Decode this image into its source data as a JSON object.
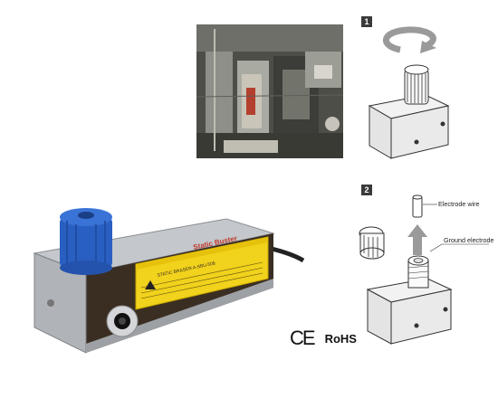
{
  "steps": {
    "step1_number": "1",
    "step2_number": "2"
  },
  "callouts": {
    "electrode_wire": "Electrode wire",
    "ground_electrode": "Ground electrode"
  },
  "certifications": {
    "ce": "CE",
    "rohs": "RoHS"
  },
  "product_label": {
    "brand": "Static Buster",
    "model_line": "STATIC BRASER A-SBU-508"
  },
  "colors": {
    "cap_blue": "#2a5fc2",
    "label_yellow": "#f1d21c",
    "body_dark": "#3a2e22",
    "metal": "#b9bcc0"
  }
}
